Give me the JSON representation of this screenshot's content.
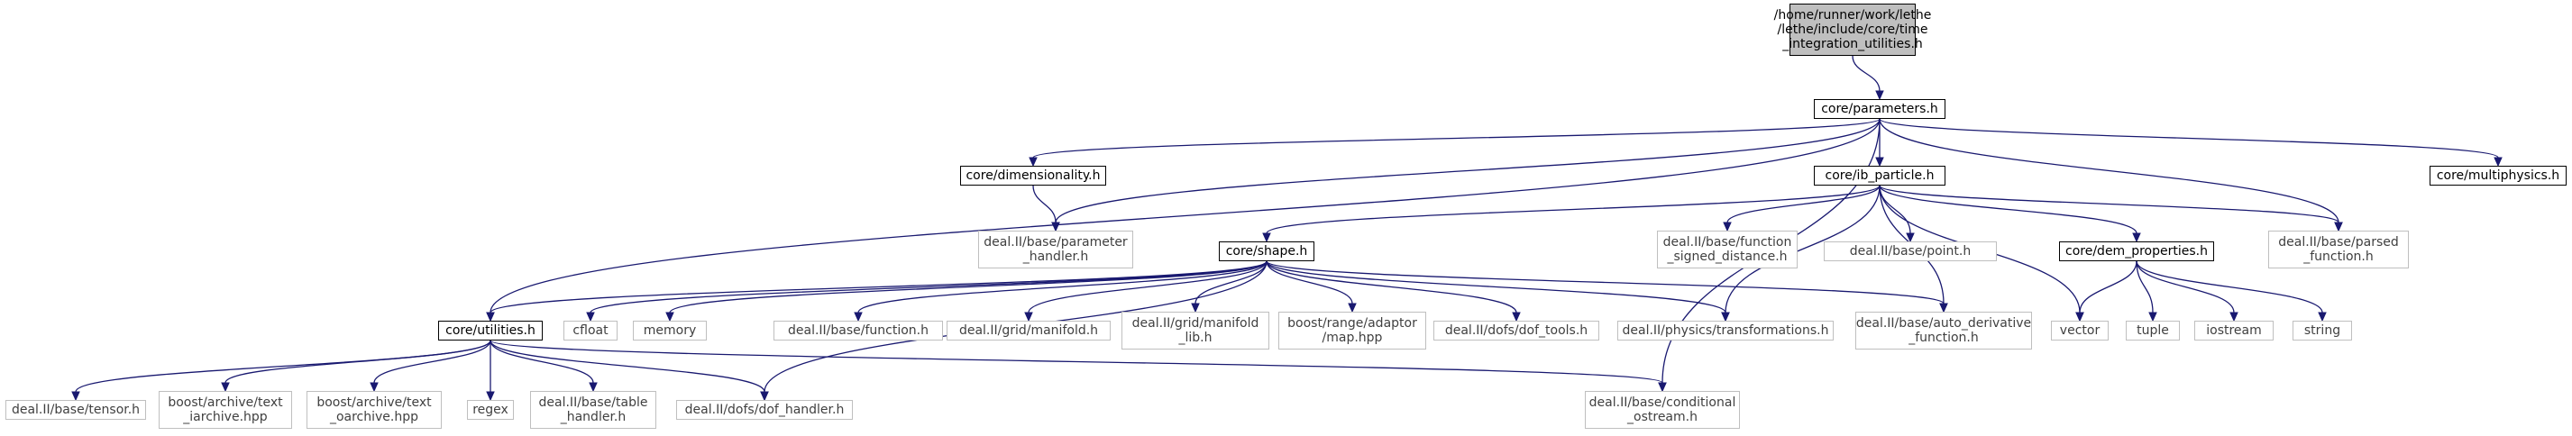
{
  "nodes": {
    "root": "/home/runner/work/lethe\n/lethe/include/core/time\n_integration_utilities.h",
    "parameters": "core/parameters.h",
    "dimensionality": "core/dimensionality.h",
    "ib_particle": "core/ib_particle.h",
    "multiphysics": "core/multiphysics.h",
    "parameter_handler": "deal.II/base/parameter\n_handler.h",
    "shape": "core/shape.h",
    "function_signed_distance": "deal.II/base/function\n_signed_distance.h",
    "point": "deal.II/base/point.h",
    "dem_properties": "core/dem_properties.h",
    "parsed_function": "deal.II/base/parsed\n_function.h",
    "utilities": "core/utilities.h",
    "cfloat": "cfloat",
    "memory": "memory",
    "function": "deal.II/base/function.h",
    "manifold": "deal.II/grid/manifold.h",
    "manifold_lib": "deal.II/grid/manifold\n_lib.h",
    "adaptor_map": "boost/range/adaptor\n/map.hpp",
    "dof_tools": "deal.II/dofs/dof_tools.h",
    "transformations": "deal.II/physics/transformations.h",
    "auto_derivative": "deal.II/base/auto_derivative\n_function.h",
    "vector": "vector",
    "tuple": "tuple",
    "iostream": "iostream",
    "string": "string",
    "tensor": "deal.II/base/tensor.h",
    "text_iarchive": "boost/archive/text\n_iarchive.hpp",
    "text_oarchive": "boost/archive/text\n_oarchive.hpp",
    "regex": "regex",
    "table_handler": "deal.II/base/table\n_handler.h",
    "dof_handler": "deal.II/dofs/dof_handler.h",
    "conditional_ostream": "deal.II/base/conditional\n_ostream.h"
  },
  "colors": {
    "edge": "#191970",
    "local_border": "#000000",
    "external_border": "#bfbfbf",
    "root_fill": "#bfbfbf"
  }
}
